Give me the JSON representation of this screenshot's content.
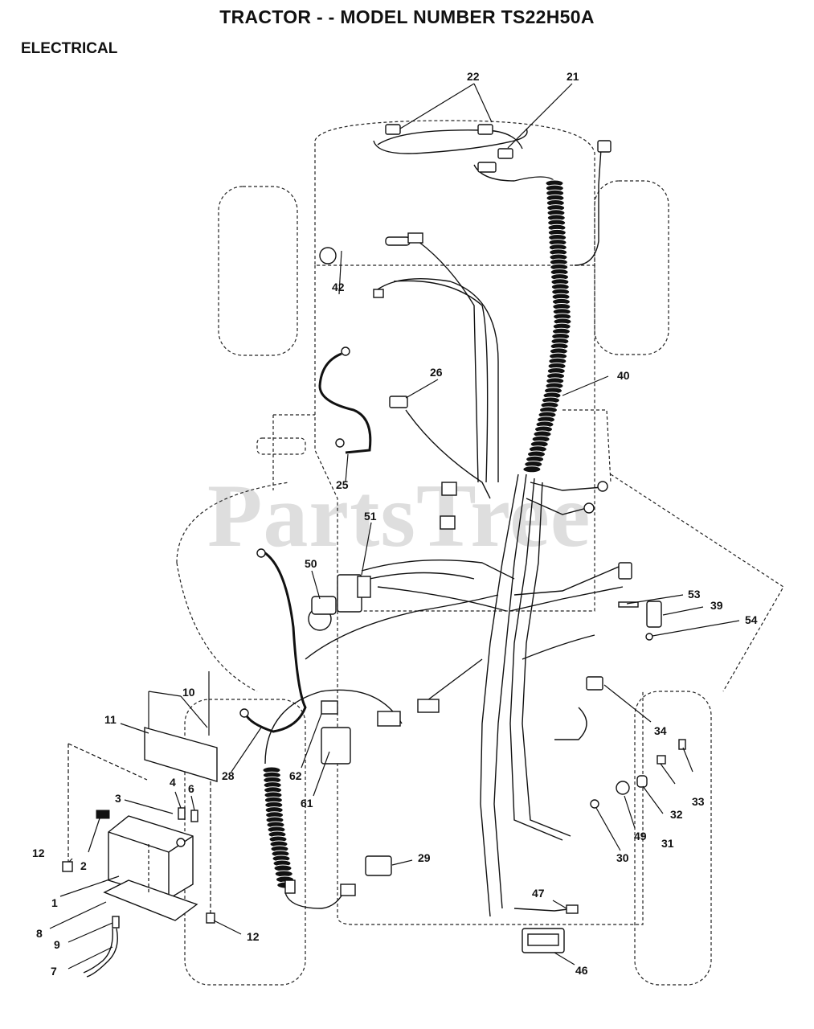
{
  "header": {
    "title": "TRACTOR - - MODEL NUMBER TS22H50A",
    "section": "ELECTRICAL"
  },
  "watermark": "PartsTree",
  "callouts": [
    {
      "id": "22",
      "label": "22"
    },
    {
      "id": "21",
      "label": "21"
    },
    {
      "id": "42",
      "label": "42"
    },
    {
      "id": "26",
      "label": "26"
    },
    {
      "id": "40",
      "label": "40"
    },
    {
      "id": "25",
      "label": "25"
    },
    {
      "id": "51",
      "label": "51"
    },
    {
      "id": "50",
      "label": "50"
    },
    {
      "id": "53",
      "label": "53"
    },
    {
      "id": "39",
      "label": "39"
    },
    {
      "id": "54",
      "label": "54"
    },
    {
      "id": "10",
      "label": "10"
    },
    {
      "id": "11",
      "label": "11"
    },
    {
      "id": "34",
      "label": "34"
    },
    {
      "id": "28",
      "label": "28"
    },
    {
      "id": "62",
      "label": "62"
    },
    {
      "id": "61",
      "label": "61"
    },
    {
      "id": "4",
      "label": "4"
    },
    {
      "id": "6",
      "label": "6"
    },
    {
      "id": "3",
      "label": "3"
    },
    {
      "id": "33",
      "label": "33"
    },
    {
      "id": "32",
      "label": "32"
    },
    {
      "id": "31",
      "label": "31"
    },
    {
      "id": "49",
      "label": "49"
    },
    {
      "id": "30",
      "label": "30"
    },
    {
      "id": "29",
      "label": "29"
    },
    {
      "id": "12a",
      "label": "12"
    },
    {
      "id": "2",
      "label": "2"
    },
    {
      "id": "1",
      "label": "1"
    },
    {
      "id": "8",
      "label": "8"
    },
    {
      "id": "9",
      "label": "9"
    },
    {
      "id": "7",
      "label": "7"
    },
    {
      "id": "12b",
      "label": "12"
    },
    {
      "id": "47",
      "label": "47"
    },
    {
      "id": "46",
      "label": "46"
    }
  ]
}
